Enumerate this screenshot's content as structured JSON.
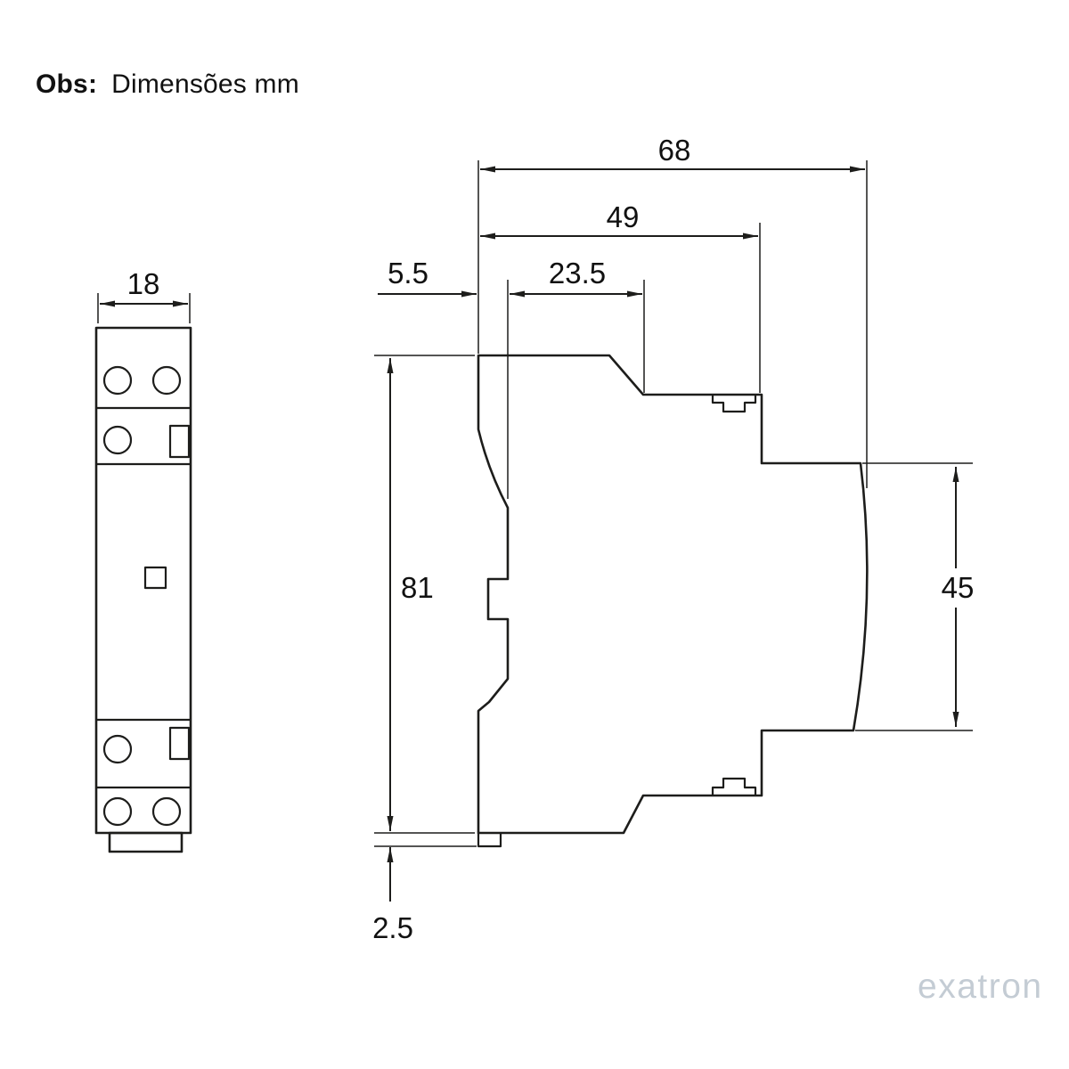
{
  "note": {
    "label": "Obs:",
    "text": "Dimensões mm"
  },
  "dimensions": {
    "front_width": "18",
    "overall_depth": "68",
    "upper_depth": "49",
    "flange_depth": "5.5",
    "front_depth": "23.5",
    "height": "81",
    "rail_section_height": "45",
    "clip_extension": "2.5"
  },
  "logo": {
    "text": "exatron"
  },
  "colors": {
    "line": "#1d1d1b",
    "text": "#111111",
    "logo": "#c4ccd4",
    "background": "#ffffff"
  }
}
